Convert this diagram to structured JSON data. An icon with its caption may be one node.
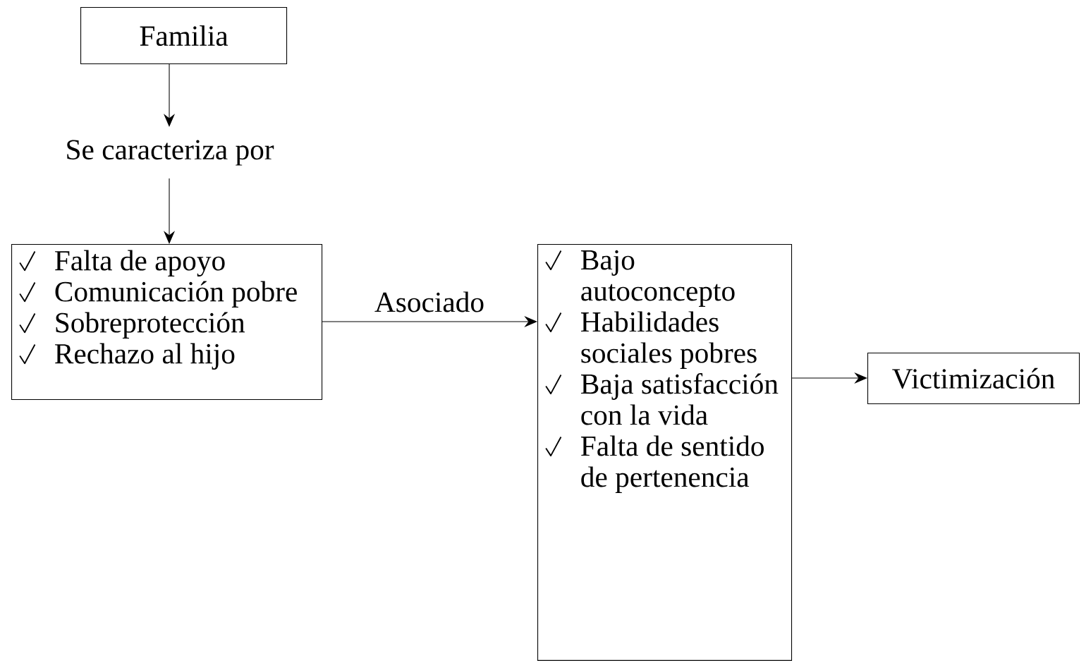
{
  "diagram": {
    "nodes": [
      {
        "text": [
          "Familia"
        ]
      },
      {
        "text": [
          "Se caracteriza por"
        ]
      },
      {
        "text": [
          "Falta de apoyo",
          "Comunicación pobre",
          "Sobreprotección",
          "Rechazo al hijo"
        ]
      },
      {
        "text": [
          "Bajo autoconcepto",
          "Habilidades sociales pobres",
          "Baja satisfacción con la vida",
          "Falta de sentido de pertenencia"
        ]
      },
      {
        "text": [
          "Victimización"
        ]
      }
    ],
    "edges": [
      {
        "from": 0,
        "to": 1,
        "arrow": "to"
      },
      {
        "from": 1,
        "to": 2,
        "arrow": "to"
      },
      {
        "from": 2,
        "to": 3,
        "arrow": "to",
        "label": "Asociado"
      },
      {
        "from": 3,
        "to": 4,
        "arrow": "to"
      }
    ]
  }
}
